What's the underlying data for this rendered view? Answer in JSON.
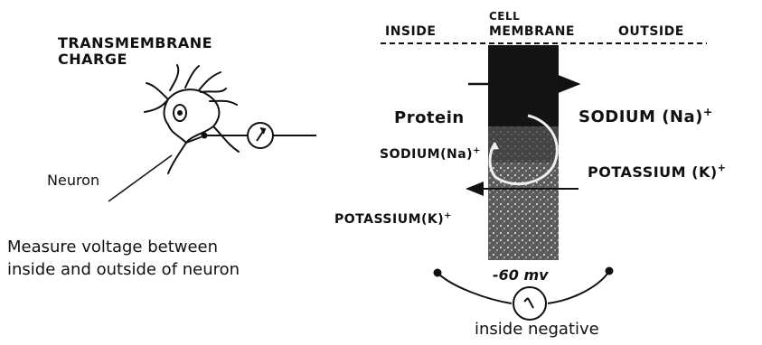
{
  "left_panel": {
    "title_line1": "TRANSMEMBRANE",
    "title_line2": "CHARGE",
    "neuron_label": "Neuron",
    "caption_line1": "Measure voltage between",
    "caption_line2": "inside and outside of neuron"
  },
  "right_panel": {
    "header_inside": "INSIDE",
    "header_membrane_line1": "CELL",
    "header_membrane_line2": "MEMBRANE",
    "header_outside": "OUTSIDE",
    "protein": "Protein",
    "sodium_outside": "SODIUM (Na)",
    "sodium_inside": "SODIUM(Na)",
    "potassium_outside": "POTASSIUM (K)",
    "potassium_inside": "POTASSIUM(K)",
    "charge_sign": "+",
    "voltage": "-60 mv",
    "polarity": "inside negative"
  },
  "colors": {
    "ink": "#111111",
    "paper": "#ffffff",
    "membrane": "#2a2a2a"
  }
}
